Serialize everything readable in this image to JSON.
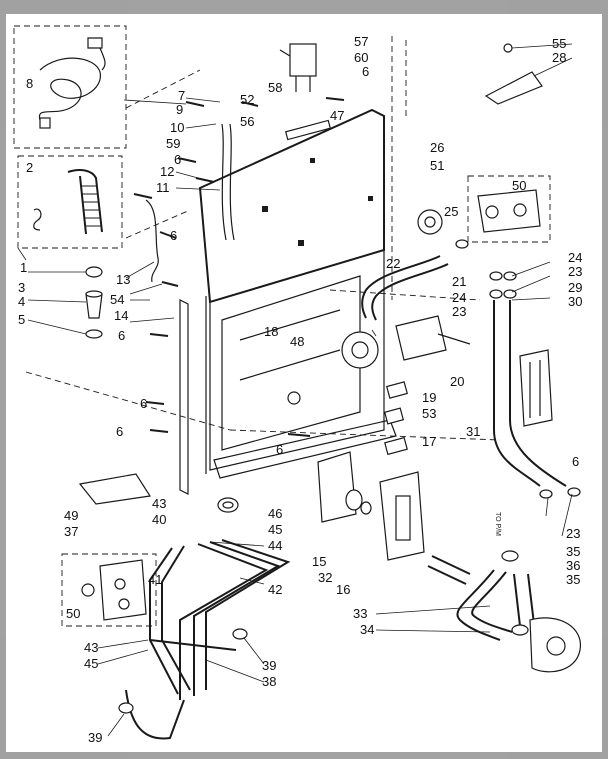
{
  "callouts": {
    "c1": "1",
    "c2": "2",
    "c3": "3",
    "c4": "4",
    "c5": "5",
    "c6a": "6",
    "c6b": "6",
    "c6c": "6",
    "c6d": "6",
    "c6e": "6",
    "c6f": "6",
    "c6g": "6",
    "c6h": "6",
    "c7": "7",
    "c8": "8",
    "c9": "9",
    "c10": "10",
    "c11": "11",
    "c12": "12",
    "c13": "13",
    "c14": "14",
    "c15": "15",
    "c16": "16",
    "c17": "17",
    "c18": "18",
    "c19": "19",
    "c20": "20",
    "c21": "21",
    "c22": "22",
    "c23a": "23",
    "c23b": "23",
    "c23c": "23",
    "c24a": "24",
    "c24b": "24",
    "c25": "25",
    "c26": "26",
    "c28": "28",
    "c29": "29",
    "c30": "30",
    "c31": "31",
    "c32": "32",
    "c33": "33",
    "c34": "34",
    "c35a": "35",
    "c35b": "35",
    "c36": "36",
    "c37": "37",
    "c38": "38",
    "c39a": "39",
    "c39b": "39",
    "c40": "40",
    "c41": "41",
    "c42": "42",
    "c43a": "43",
    "c43b": "43",
    "c44": "44",
    "c45a": "45",
    "c45b": "45",
    "c46": "46",
    "c47": "47",
    "c48": "48",
    "c49": "49",
    "c50a": "50",
    "c50b": "50",
    "c51": "51",
    "c52": "52",
    "c53": "53",
    "c54": "54",
    "c55": "55",
    "c56": "56",
    "c57": "57",
    "c58": "58",
    "c59": "59",
    "c60": "60"
  },
  "side_text": "TO P/M"
}
